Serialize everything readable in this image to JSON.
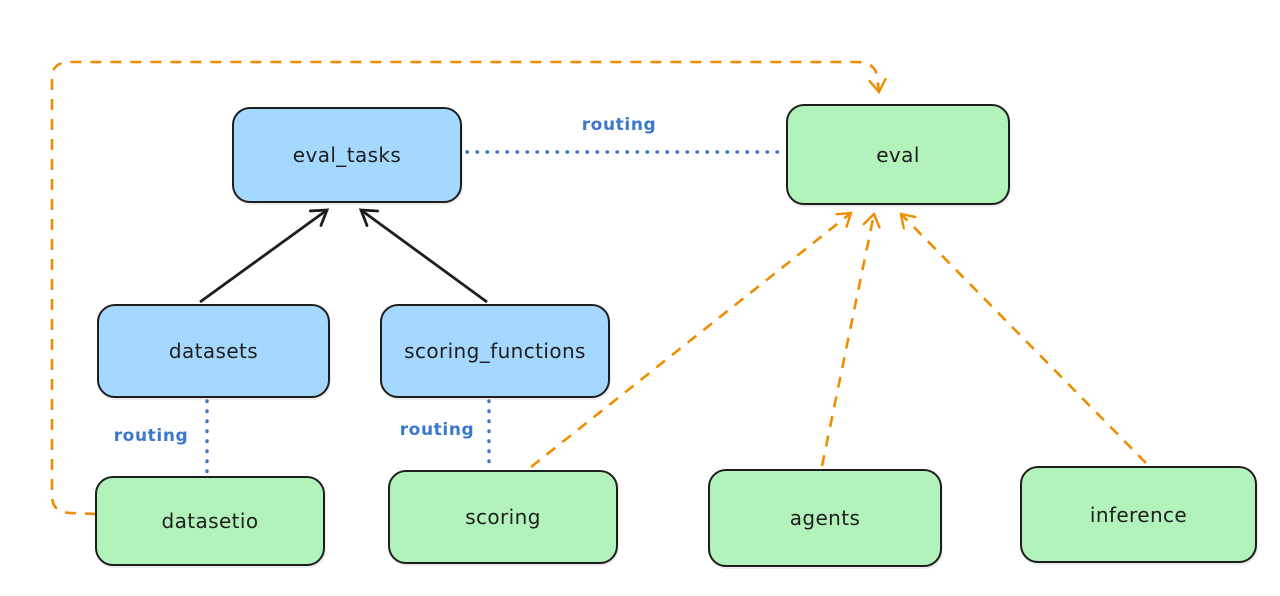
{
  "diagram": {
    "colors": {
      "node_stroke": "#1e1e1e",
      "blue_node_fill": "#a5d8ff",
      "green_node_fill": "#b2f2bb",
      "routing_blue": "#3b78cc",
      "provider_orange": "#f08c00",
      "solid_arrow_black": "#1e1e1e",
      "background": "#ffffff"
    },
    "nodes": {
      "eval_tasks": {
        "label": "eval_tasks",
        "fill": "blue"
      },
      "eval": {
        "label": "eval",
        "fill": "green"
      },
      "datasets": {
        "label": "datasets",
        "fill": "blue"
      },
      "scoring_functions": {
        "label": "scoring_functions",
        "fill": "blue"
      },
      "datasetio": {
        "label": "datasetio",
        "fill": "green"
      },
      "scoring": {
        "label": "scoring",
        "fill": "green"
      },
      "agents": {
        "label": "agents",
        "fill": "green"
      },
      "inference": {
        "label": "inference",
        "fill": "green"
      }
    },
    "labels": {
      "routing_top": "routing",
      "routing_datasets": "routing",
      "routing_scoring": "routing"
    },
    "edges": [
      {
        "from": "datasets",
        "to": "eval_tasks",
        "style": "solid",
        "color": "#1e1e1e",
        "arrow": true
      },
      {
        "from": "scoring_functions",
        "to": "eval_tasks",
        "style": "solid",
        "color": "#1e1e1e",
        "arrow": true
      },
      {
        "from": "eval_tasks",
        "to": "eval",
        "style": "dotted",
        "color": "#3b78cc",
        "label": "routing"
      },
      {
        "from": "datasets",
        "to": "datasetio",
        "style": "dotted",
        "color": "#3b78cc",
        "label": "routing"
      },
      {
        "from": "scoring_functions",
        "to": "scoring",
        "style": "dotted",
        "color": "#3b78cc",
        "label": "routing"
      },
      {
        "from": "scoring",
        "to": "eval",
        "style": "dashed",
        "color": "#f08c00",
        "arrow": true
      },
      {
        "from": "agents",
        "to": "eval",
        "style": "dashed",
        "color": "#f08c00",
        "arrow": true
      },
      {
        "from": "inference",
        "to": "eval",
        "style": "dashed",
        "color": "#f08c00",
        "arrow": true
      },
      {
        "from": "datasetio",
        "to": "eval",
        "style": "dashed",
        "color": "#f08c00",
        "arrow": true,
        "route": "around-left-and-top"
      }
    ]
  }
}
